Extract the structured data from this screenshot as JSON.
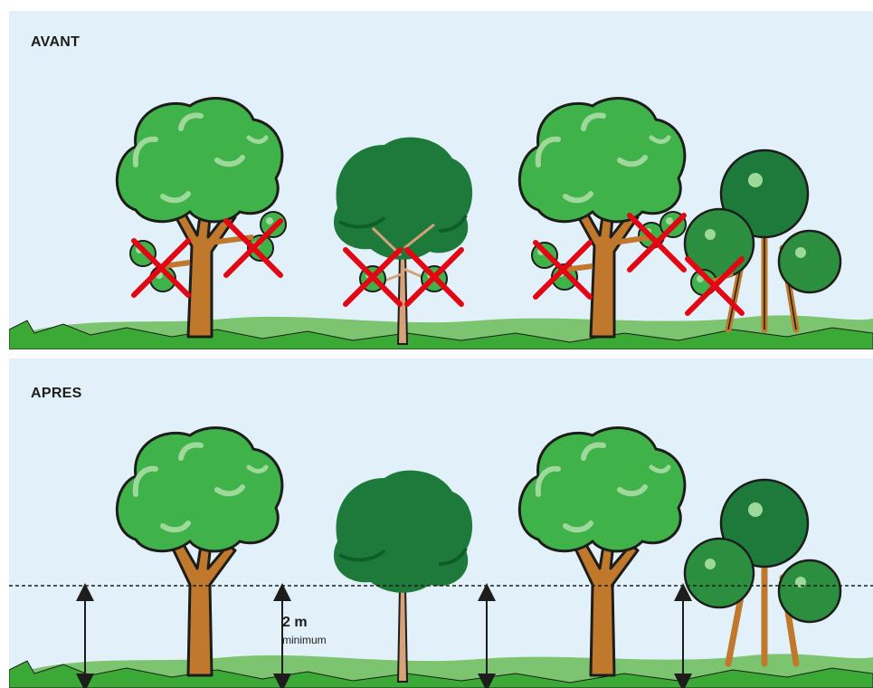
{
  "panels": {
    "before": {
      "title": "AVANT"
    },
    "after": {
      "title": "APRES"
    }
  },
  "measurement": {
    "value": "2 m",
    "note": "minimum"
  },
  "colors": {
    "sky": "#e2f1f9",
    "grass": "#3aa935",
    "grass_light": "#7cc46f",
    "trunk": "#c0782c",
    "trunk_young": "#d6a27a",
    "foliage_light": "#3fb34a",
    "foliage_highlight": "#9ed89b",
    "foliage_dark": "#1e7a3a",
    "cross": "#e30613",
    "outline": "#1d1d1b"
  },
  "icons": [
    "deciduous-tree-icon",
    "young-tree-icon",
    "shrub-cluster-icon",
    "cross-mark-icon",
    "double-arrow-icon"
  ]
}
